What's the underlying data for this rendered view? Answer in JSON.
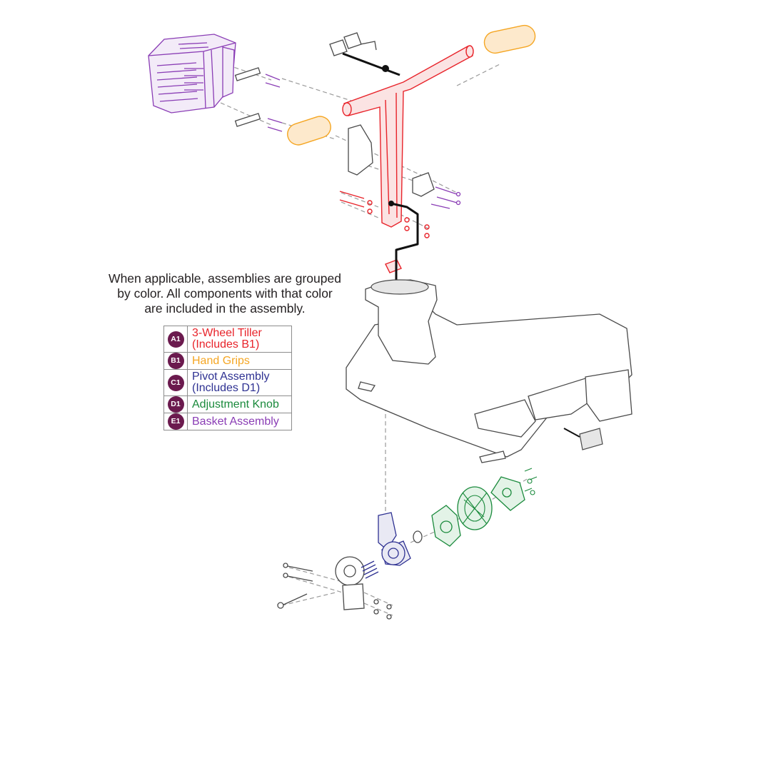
{
  "note": {
    "line1": "When applicable, assemblies are grouped",
    "line2": "by color. All components with that color",
    "line3": "are included in the assembly."
  },
  "legend": [
    {
      "code": "A1",
      "line1": "3-Wheel Tiller",
      "line2": "(Includes B1)",
      "color": "#e8232a"
    },
    {
      "code": "B1",
      "line1": "Hand Grips",
      "line2": "",
      "color": "#f5a623"
    },
    {
      "code": "C1",
      "line1": "Pivot Assembly",
      "line2": "(Includes D1)",
      "color": "#2e3192"
    },
    {
      "code": "D1",
      "line1": "Adjustment Knob",
      "line2": "",
      "color": "#1a8a3c"
    },
    {
      "code": "E1",
      "line1": "Basket Assembly",
      "line2": "",
      "color": "#8a3db5"
    }
  ],
  "colors": {
    "badge": "#6b1a4e",
    "tiller": "#e8232a",
    "grips": "#f5a623",
    "pivot": "#2e3192",
    "knob": "#1a8a3c",
    "basket": "#8a3db5",
    "base": "#4a4a4a"
  }
}
